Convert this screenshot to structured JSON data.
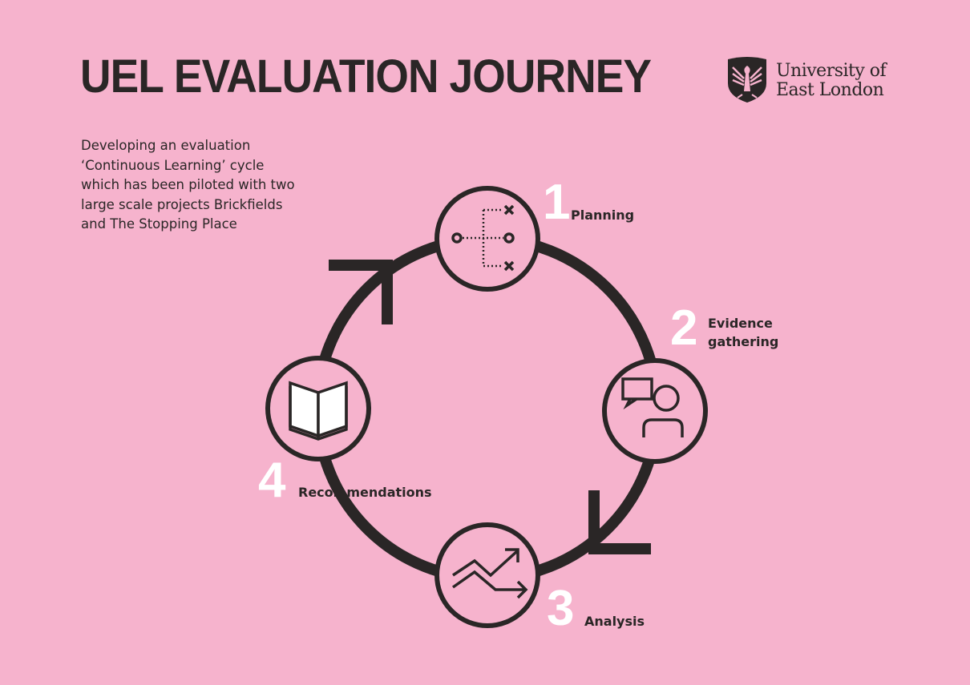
{
  "header": {
    "title": "UEL EVALUATION JOURNEY"
  },
  "description": {
    "lines": [
      "Developing an evaluation",
      "‘Continuous Learning’ cycle",
      "which has been piloted with two",
      "large scale projects Brickfields",
      "and The Stopping Place"
    ]
  },
  "logo": {
    "line1": "University of",
    "line2": "East London",
    "icon": "phoenix-crest-icon"
  },
  "cycle": {
    "steps": [
      {
        "number": "1",
        "label": "Planning",
        "icon": "strategy-plan-icon"
      },
      {
        "number": "2",
        "label_line1": "Evidence",
        "label_line2": "gathering",
        "icon": "interview-person-icon"
      },
      {
        "number": "3",
        "label": "Analysis",
        "icon": "trend-arrows-icon"
      },
      {
        "number": "4",
        "label": "Recommendations",
        "icon": "open-book-icon"
      }
    ]
  },
  "colors": {
    "background": "#f6b3cd",
    "ink": "#2a2626",
    "number": "#ffffff"
  }
}
